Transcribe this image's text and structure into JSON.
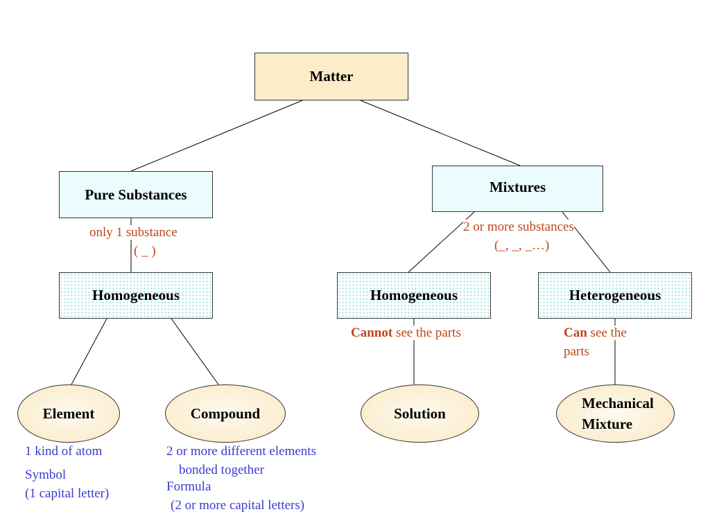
{
  "nodes": {
    "matter": "Matter",
    "pure_substances": "Pure Substances",
    "mixtures": "Mixtures",
    "pure_homogeneous": "Homogeneous",
    "mix_homogeneous": "Homogeneous",
    "mix_heterogeneous": "Heterogeneous",
    "element": "Element",
    "compound": "Compound",
    "solution": "Solution",
    "mechanical_mixture_line1": "Mechanical",
    "mechanical_mixture_line2": "Mixture"
  },
  "annotations": {
    "pure_line1": "only 1 substance",
    "pure_line2": "( _ )",
    "mix_line1": "2 or more substances",
    "mix_line2": "(_, _, _…)",
    "homog_bold": "Cannot",
    "homog_rest": " see the parts",
    "hetero_bold": "Can",
    "hetero_rest": " see the",
    "hetero_line2": "parts",
    "element_line1": "1 kind of atom",
    "element_line2": "Symbol",
    "element_line3": "(1 capital letter)",
    "compound_line1": "2 or more different elements",
    "compound_line2": "bonded together",
    "compound_line3": "Formula",
    "compound_line4": "(2 or more capital letters)"
  },
  "colors": {
    "annotation_red": "#c0441a",
    "annotation_blue": "#3a3ad2",
    "node_tan": "#fcecc8",
    "node_cyan": "#eafcfd"
  }
}
